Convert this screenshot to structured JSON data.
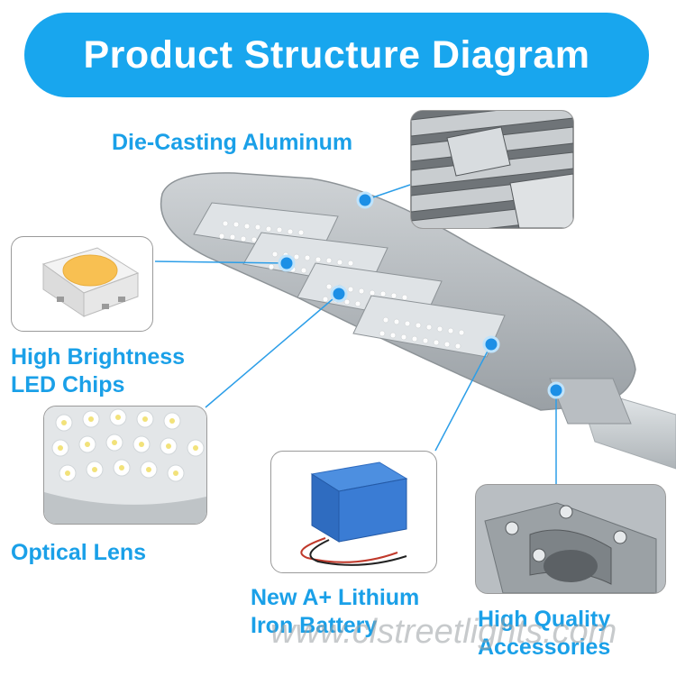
{
  "title": "Product Structure Diagram",
  "labels": {
    "die_casting": "Die-Casting Aluminum",
    "led_chips_line1": "High Brightness",
    "led_chips_line2": "LED Chips",
    "optical_lens": "Optical Lens",
    "battery_line1": "New A+ Lithium",
    "battery_line2": "Iron Battery",
    "accessories_line1": "High Quality",
    "accessories_line2": "Accessories"
  },
  "watermark": "www.clstreetlights.com",
  "colors": {
    "banner": "#18a6ee",
    "label_text": "#1aa0e8",
    "callout_dot": "#1c8fe6"
  }
}
